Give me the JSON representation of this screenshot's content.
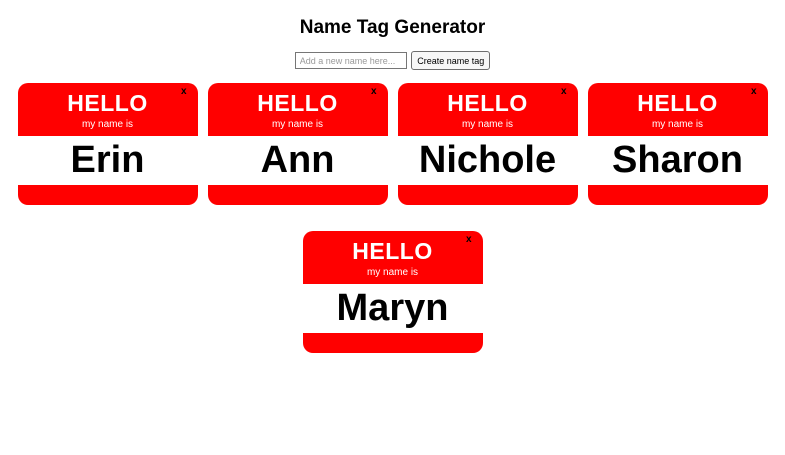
{
  "page": {
    "title": "Name Tag Generator"
  },
  "form": {
    "input_placeholder": "Add a new name here...",
    "input_value": "",
    "button_label": "Create name tag"
  },
  "tags": {
    "hello_label": "HELLO",
    "subtitle": "my name is",
    "close_label": "x",
    "names": [
      "Erin",
      "Ann",
      "Nichole",
      "Sharon",
      "Maryn"
    ]
  },
  "colors": {
    "tag_red": "#ff0000",
    "header_text": "#ffffff",
    "name_text": "#000000"
  }
}
